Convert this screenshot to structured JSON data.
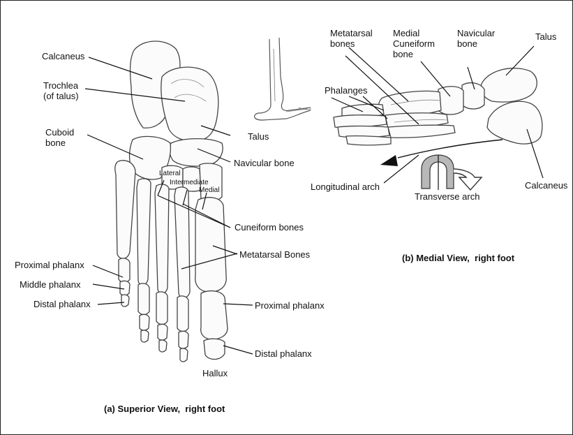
{
  "superior_view": {
    "caption": "(a) Superior View,  right foot",
    "labels": {
      "calcaneus": "Calcaneus",
      "trochlea": "Trochlea\n(of talus)",
      "talus": "Talus",
      "cuboid": "Cuboid\nbone",
      "navicular": "Navicular bone",
      "lateral": "Lateral",
      "intermediate": "Intermediate",
      "medial": "Medial",
      "cuneiform": "Cuneiform bones",
      "metatarsal": "Metatarsal Bones",
      "proximal_left": "Proximal phalanx",
      "middle_left": "Middle  phalanx",
      "distal_left": "Distal phalanx",
      "proximal_right": "Proximal phalanx",
      "distal_right": "Distal phalanx",
      "hallux": "Hallux"
    }
  },
  "medial_view": {
    "caption": "(b) Medial View,  right foot",
    "labels": {
      "metatarsal": "Metatarsal\nbones",
      "medial_cuneiform": "Medial\nCuneiform\nbone",
      "navicular": "Navicular\nbone",
      "talus": "Talus",
      "phalanges": "Phalanges",
      "calcaneus": "Calcaneus",
      "longitudinal_arch": "Longitudinal arch",
      "transverse_arch": "Transverse arch"
    }
  },
  "colors": {
    "arch_fill": "#b8b8b8",
    "line": "#111111",
    "bone_outline": "#444444"
  }
}
